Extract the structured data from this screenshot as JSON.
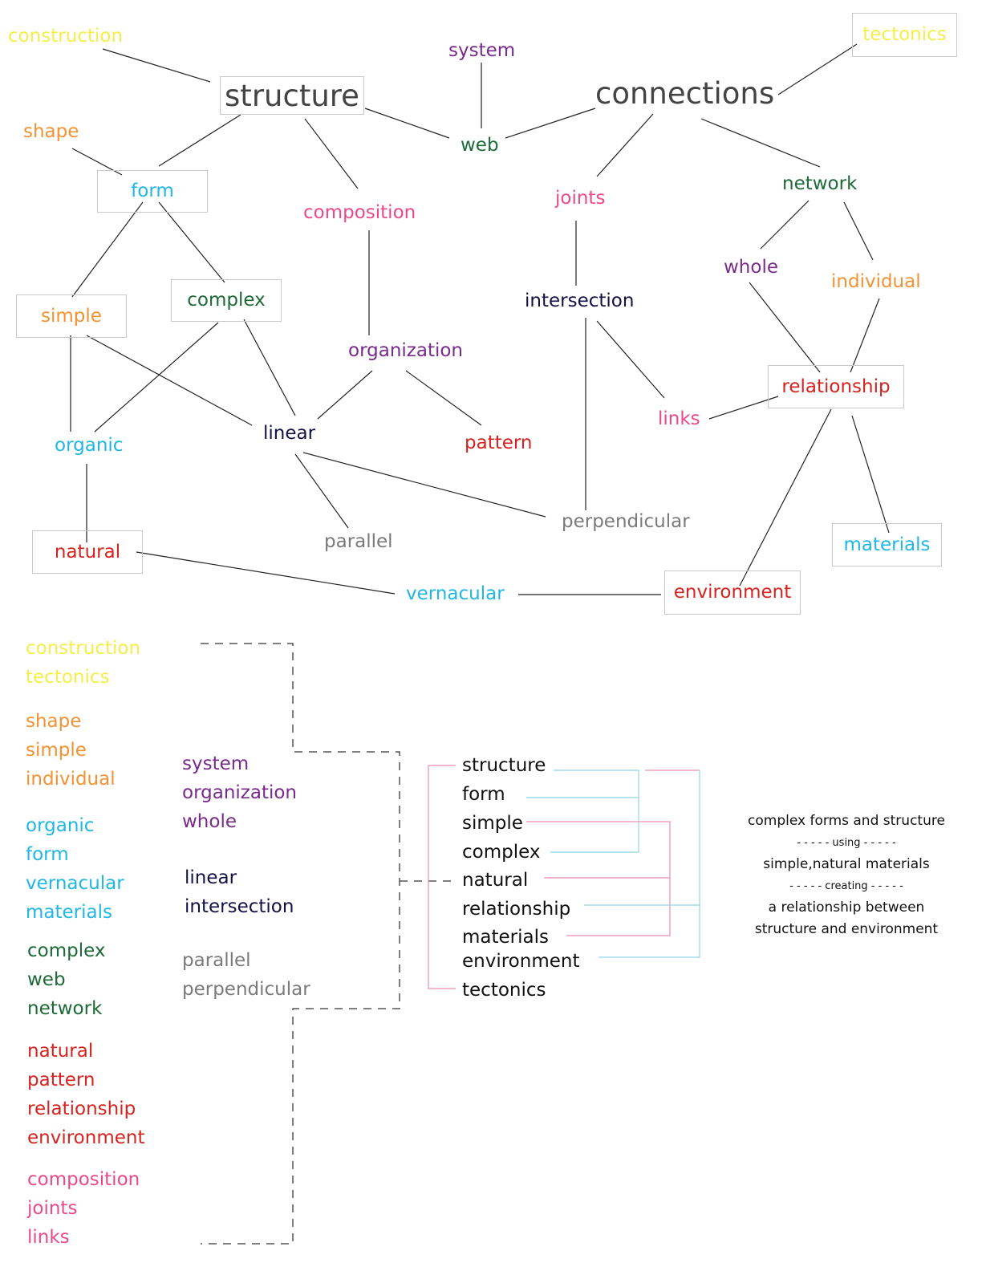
{
  "colors": {
    "yellow": "#f5ee4a",
    "orange": "#f39233",
    "cyan": "#1fb7e3",
    "green": "#1c6b36",
    "red": "#d7231f",
    "pink": "#ea4a8c",
    "purple": "#7a2a8c",
    "navy": "#121246",
    "gray": "#7a7a7a",
    "dark": "#444444",
    "line": "#222222",
    "dash": "#555555",
    "key_pink": "#ec8cb6",
    "key_cyan": "#8fd5e6"
  },
  "map": {
    "construction": "construction",
    "structure": "structure",
    "system": "system",
    "connections": "connections",
    "tectonics": "tectonics",
    "shape": "shape",
    "web": "web",
    "form": "form",
    "composition": "composition",
    "joints": "joints",
    "network": "network",
    "whole": "whole",
    "individual": "individual",
    "complex": "complex",
    "simple": "simple",
    "intersection": "intersection",
    "organization": "organization",
    "relationship": "relationship",
    "links": "links",
    "linear": "linear",
    "organic": "organic",
    "pattern": "pattern",
    "perpendicular": "perpendicular",
    "materials": "materials",
    "natural": "natural",
    "parallel": "parallel",
    "vernacular": "vernacular",
    "environment": "environment"
  },
  "legend": {
    "yellow": [
      "construction",
      "tectonics"
    ],
    "orange": [
      "shape",
      "simple",
      "individual"
    ],
    "cyan": [
      "organic",
      "form",
      "vernacular",
      "materials"
    ],
    "green": [
      "complex",
      "web",
      "network"
    ],
    "red": [
      "natural",
      "pattern",
      "relationship",
      "environment"
    ],
    "pink": [
      "composition",
      "joints",
      "links"
    ],
    "purple": [
      "system",
      "organization",
      "whole"
    ],
    "navy": [
      "linear",
      "intersection"
    ],
    "gray": [
      "parallel",
      "perpendicular"
    ]
  },
  "keywords": [
    "structure",
    "form",
    "simple",
    "complex",
    "natural",
    "relationship",
    "materials",
    "environment",
    "tectonics"
  ],
  "summary": {
    "line1": "complex forms and structure",
    "using": "- - - - - using - - - - -",
    "line2": "simple,natural materials",
    "creating": "- - - - - creating - - - - -",
    "line3": "a relationship between",
    "line4": "structure and environment"
  }
}
